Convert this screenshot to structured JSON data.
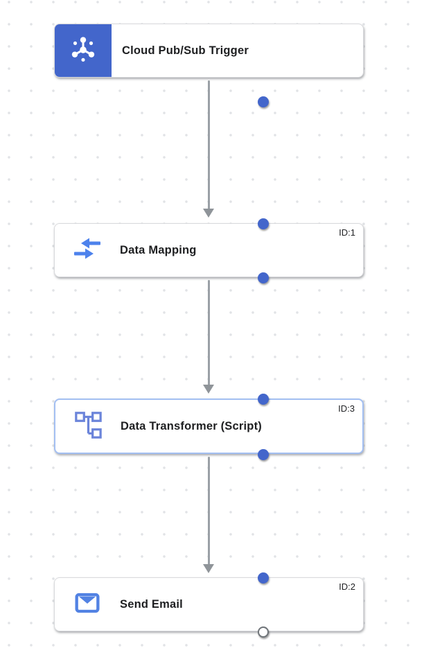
{
  "canvas": {
    "background": "#ffffff",
    "grid_dot_color": "#e1e3e6"
  },
  "colors": {
    "node_blue": "#4366cb",
    "connector_gray": "#9aa0a6",
    "selected_border": "#a3bff2",
    "mapping_icon_blue": "#4d82ec",
    "transformer_icon_blue": "#6b84da",
    "email_icon_blue": "#5282e3"
  },
  "nodes": [
    {
      "name": "cloud-pubsub-trigger",
      "type": "trigger",
      "label": "Cloud Pub/Sub Trigger",
      "id_label": "",
      "icon": "pubsub-icon",
      "selected": false
    },
    {
      "name": "data-mapping",
      "type": "task",
      "label": "Data Mapping",
      "id_label": "ID:1",
      "icon": "data-mapping-icon",
      "selected": false
    },
    {
      "name": "data-transformer-script",
      "type": "task",
      "label": "Data Transformer (Script)",
      "id_label": "ID:3",
      "icon": "data-transformer-icon",
      "selected": true
    },
    {
      "name": "send-email",
      "type": "task",
      "label": "Send Email",
      "id_label": "ID:2",
      "icon": "email-icon",
      "selected": false
    }
  ],
  "edges": [
    {
      "from": "cloud-pubsub-trigger",
      "to": "data-mapping"
    },
    {
      "from": "data-mapping",
      "to": "data-transformer-script"
    },
    {
      "from": "data-transformer-script",
      "to": "send-email"
    }
  ]
}
